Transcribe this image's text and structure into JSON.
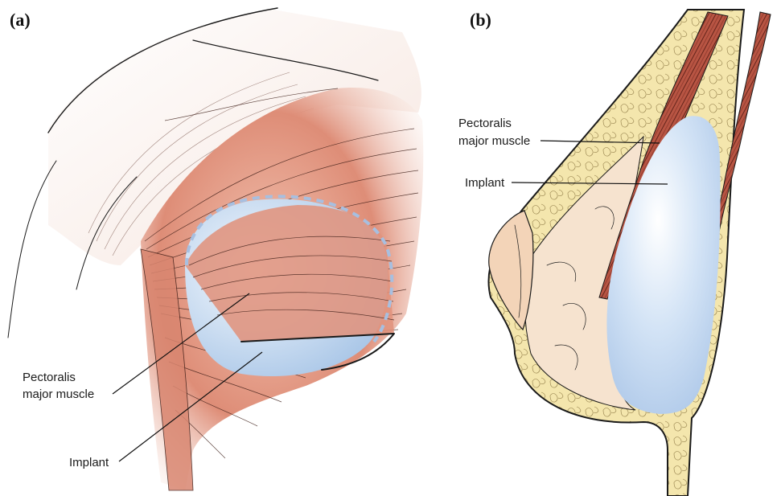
{
  "figure": {
    "panels": [
      {
        "letter": "(a)",
        "labels": {
          "muscle_line1": "Pectoralis",
          "muscle_line2": "major muscle",
          "implant": "Implant"
        }
      },
      {
        "letter": "(b)",
        "labels": {
          "muscle_line1": "Pectoralis",
          "muscle_line2": "major muscle",
          "implant": "Implant"
        }
      }
    ]
  },
  "colors": {
    "muscle": "#d9836e",
    "muscle_dark": "#b2493a",
    "implant": "#cfe0f4",
    "implant_light": "#f3f8fd",
    "fat": "#f4e7b0",
    "skin": "#f6e3cf",
    "dashed_outline": "#a7bfe0"
  }
}
